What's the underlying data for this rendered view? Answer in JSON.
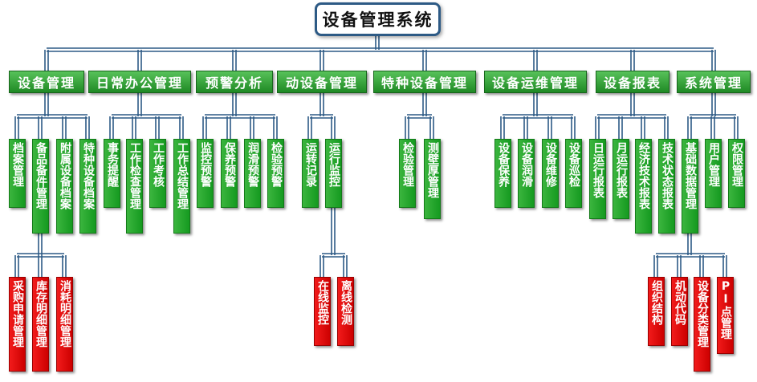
{
  "root": "设备管理系统",
  "categories": [
    {
      "id": "c1",
      "label": "设备管理"
    },
    {
      "id": "c2",
      "label": "日常办公管理"
    },
    {
      "id": "c3",
      "label": "预警分析"
    },
    {
      "id": "c4",
      "label": "动设备管理"
    },
    {
      "id": "c5",
      "label": "特种设备管理"
    },
    {
      "id": "c6",
      "label": "设备运维管理"
    },
    {
      "id": "c7",
      "label": "设备报表"
    },
    {
      "id": "c8",
      "label": "系统管理"
    }
  ],
  "leaves": [
    "档案管理",
    "备品备件管理",
    "附属设备档案",
    "特种设备档案",
    "事务提醒",
    "工作检查管理",
    "工作考核",
    "工作总结管理",
    "监控预警",
    "保养预警",
    "润滑预警",
    "检验预警",
    "运转记录",
    "运行监控",
    "检验管理",
    "测壁厚管理",
    "设备保养",
    "设备润滑",
    "设备维修",
    "设备巡检",
    "日运行报表",
    "月运行报表",
    "经济技术报表",
    "技术状态报表",
    "基础数据管理",
    "用户管理",
    "权限管理"
  ],
  "subleaves": [
    "采购申请管理",
    "库存明细管理",
    "消耗明细管理",
    "在线监控",
    "离线检测",
    "组织结构",
    "机动代码",
    "设备分类管理",
    "PI点管理"
  ],
  "colors": {
    "connector": "#2d5a85",
    "green": "#1f9a25",
    "red": "#e00000"
  }
}
